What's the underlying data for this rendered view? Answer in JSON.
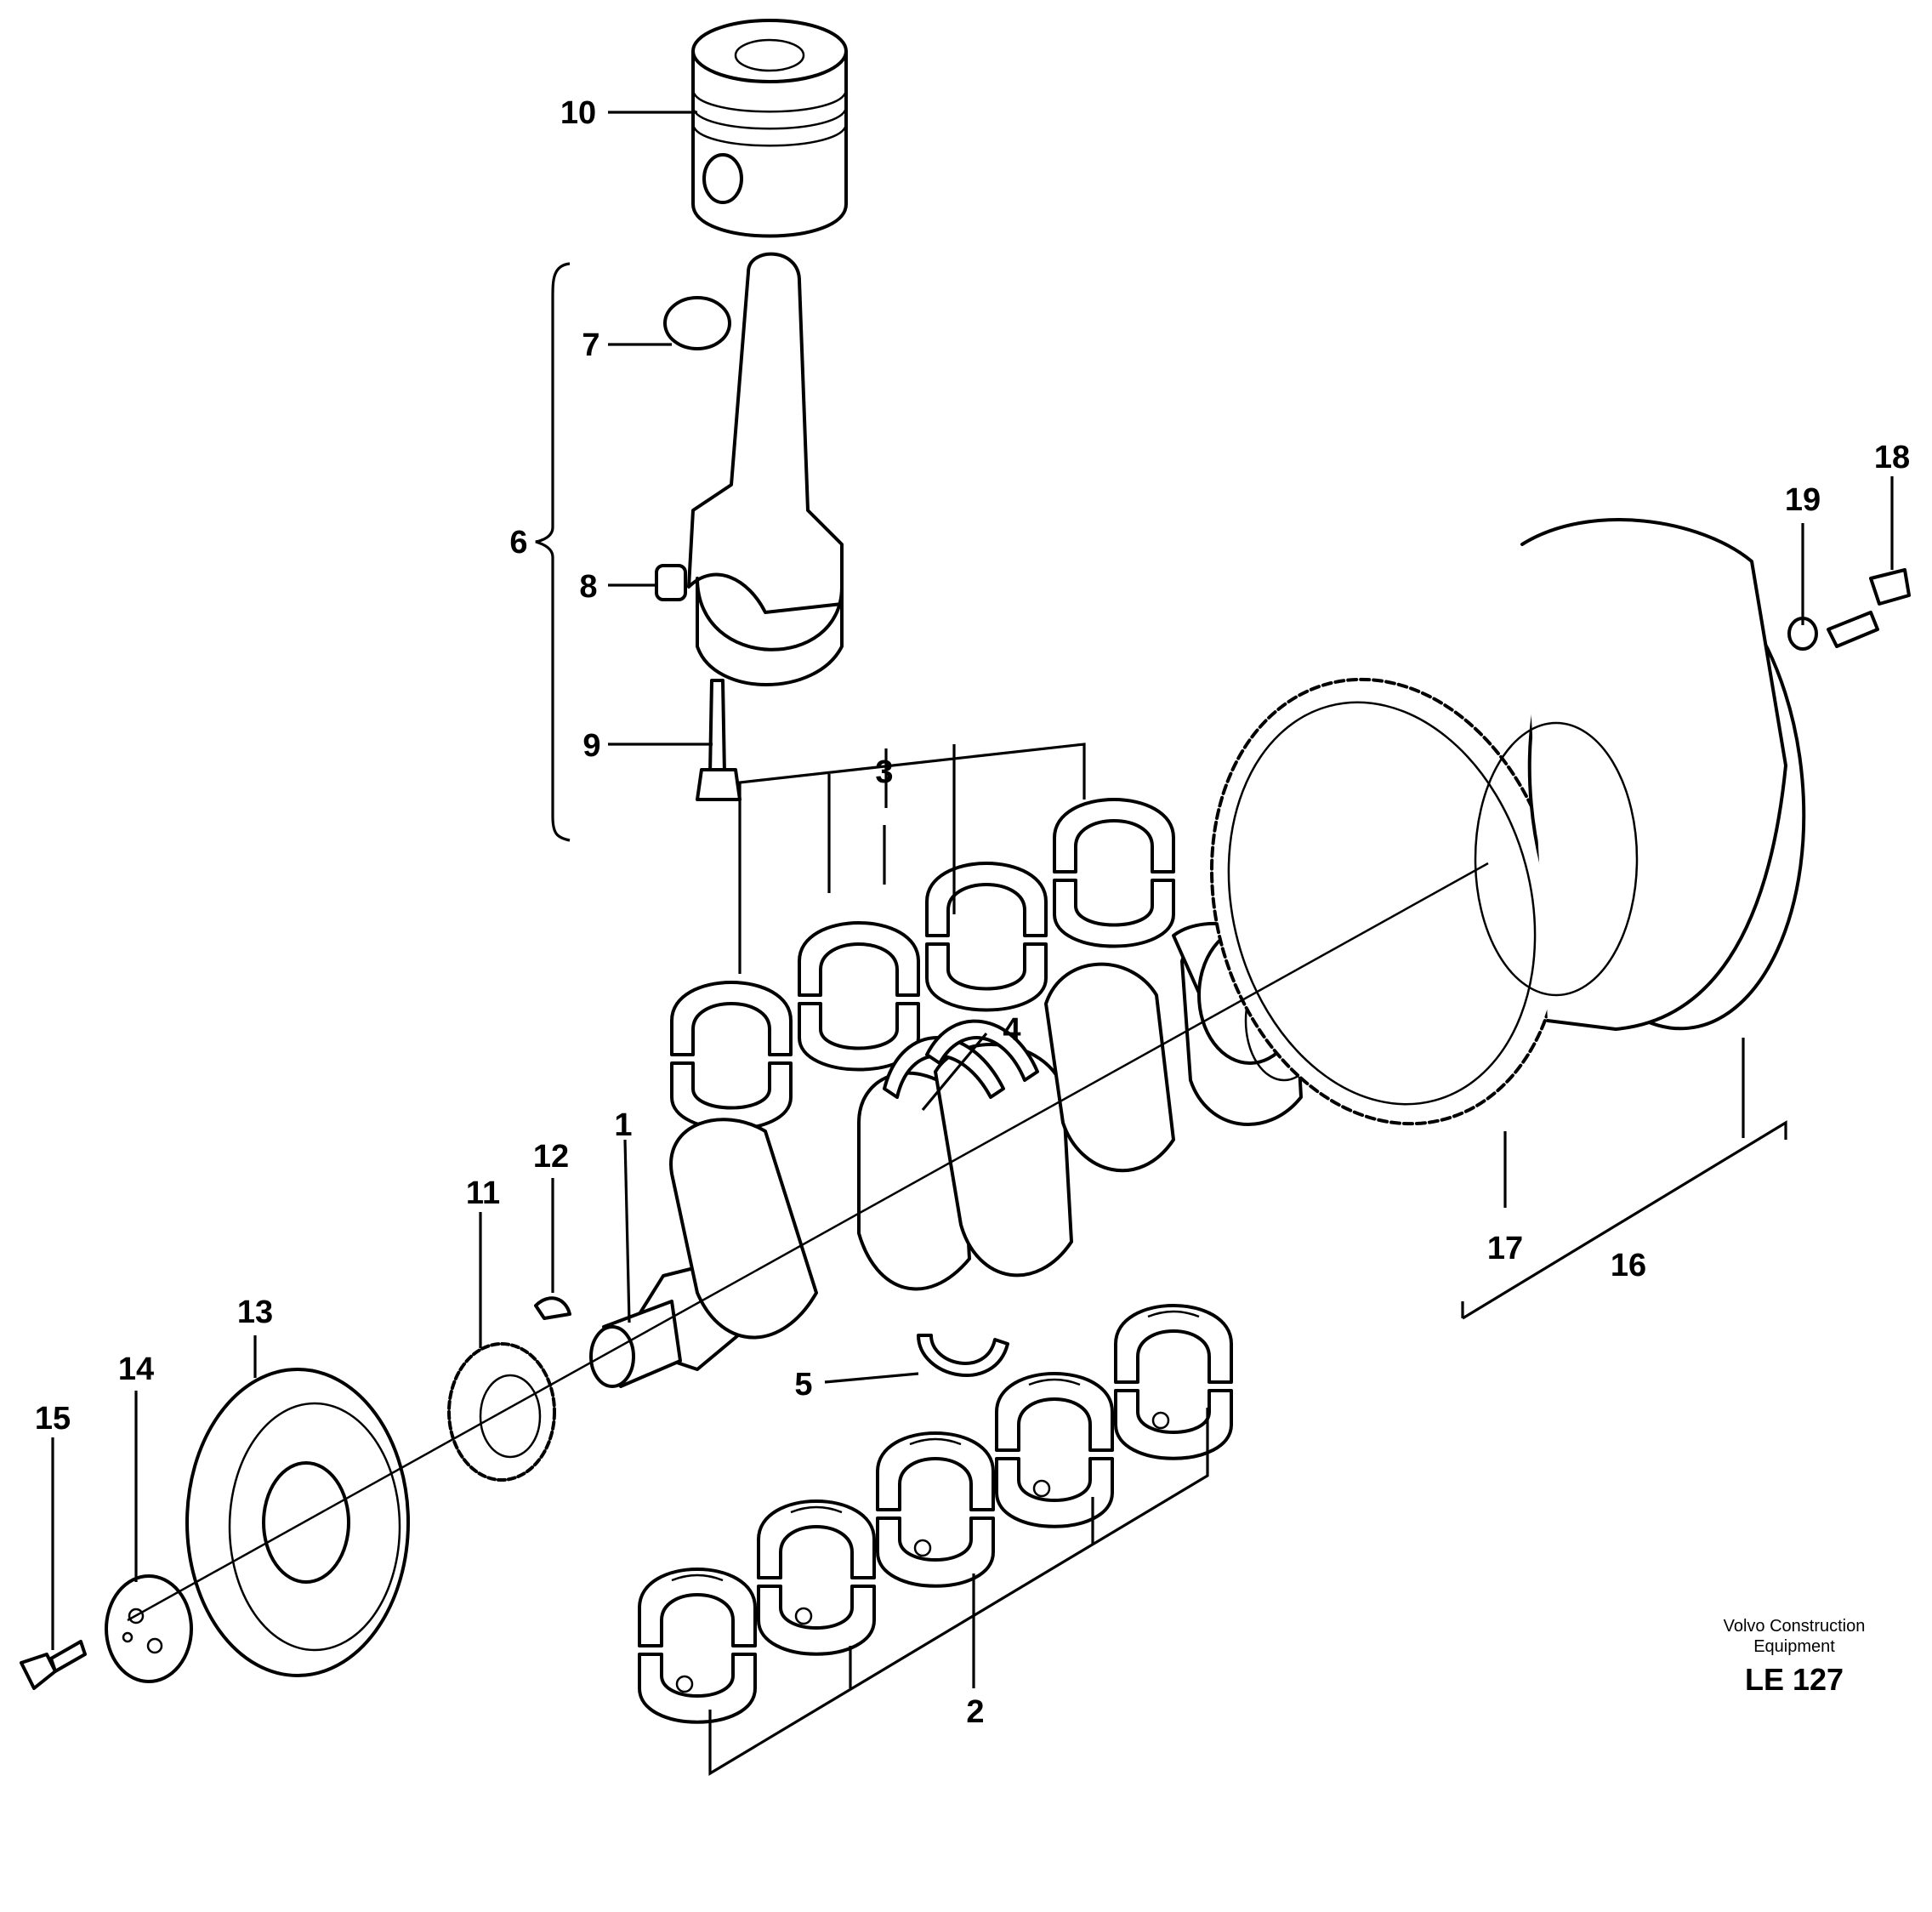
{
  "figure": {
    "labels": [
      "1",
      "2",
      "3",
      "4",
      "5",
      "6",
      "7",
      "8",
      "9",
      "10",
      "11",
      "12",
      "13",
      "14",
      "15",
      "16",
      "17",
      "18",
      "19"
    ],
    "credit_line1": "Volvo Construction",
    "credit_line2": "Equipment",
    "figure_code": "LE 127"
  }
}
